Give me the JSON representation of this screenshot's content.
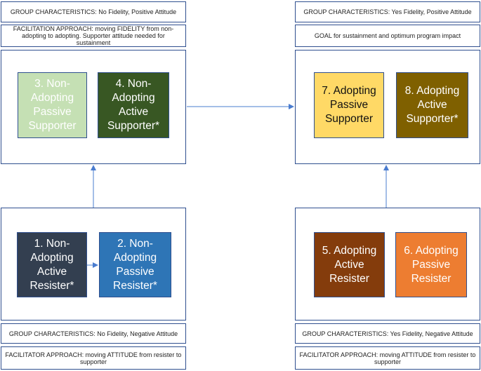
{
  "top_left": {
    "characteristics": "GROUP CHARACTERISTICS: No Fidelity, Positive Attitude",
    "approach": "FACILITATION APPROACH: moving FIDELITY from non-adopting to adopting. Supporter attitude needed for sustainment",
    "tile_3": "3. Non-Adopting Passive Supporter",
    "tile_4": "4. Non-Adopting Active Supporter*"
  },
  "top_right": {
    "characteristics": "GROUP CHARACTERISTICS: Yes Fidelity, Positive Attitude",
    "goal": "GOAL for sustainment and optimum program impact",
    "tile_7": "7. Adopting Passive Supporter",
    "tile_8": "8. Adopting Active Supporter*"
  },
  "bottom_left": {
    "tile_1": "1. Non-Adopting Active Resister*",
    "tile_2": "2. Non-Adopting Passive Resister*",
    "characteristics": "GROUP CHARACTERISTICS: No Fidelity, Negative Attitude",
    "approach": "FACILITATOR APPROACH: moving ATTITUDE from resister to supporter"
  },
  "bottom_right": {
    "tile_5": "5. Adopting Active Resister",
    "tile_6": "6. Adopting Passive Resister",
    "characteristics": "GROUP CHARACTERISTICS: Yes Fidelity, Negative Attitude",
    "approach": "FACILITATOR APPROACH: moving ATTITUDE from resister to supporter"
  },
  "colors": {
    "border": "#2f4f8f",
    "arrow": "#4a7ccf",
    "tile_3": "#c5e0b4",
    "tile_4": "#385723",
    "tile_7": "#ffd966",
    "tile_8": "#7f6000",
    "tile_1": "#333f50",
    "tile_2": "#2e75b6",
    "tile_5": "#843c0c",
    "tile_6": "#ed7d31"
  }
}
